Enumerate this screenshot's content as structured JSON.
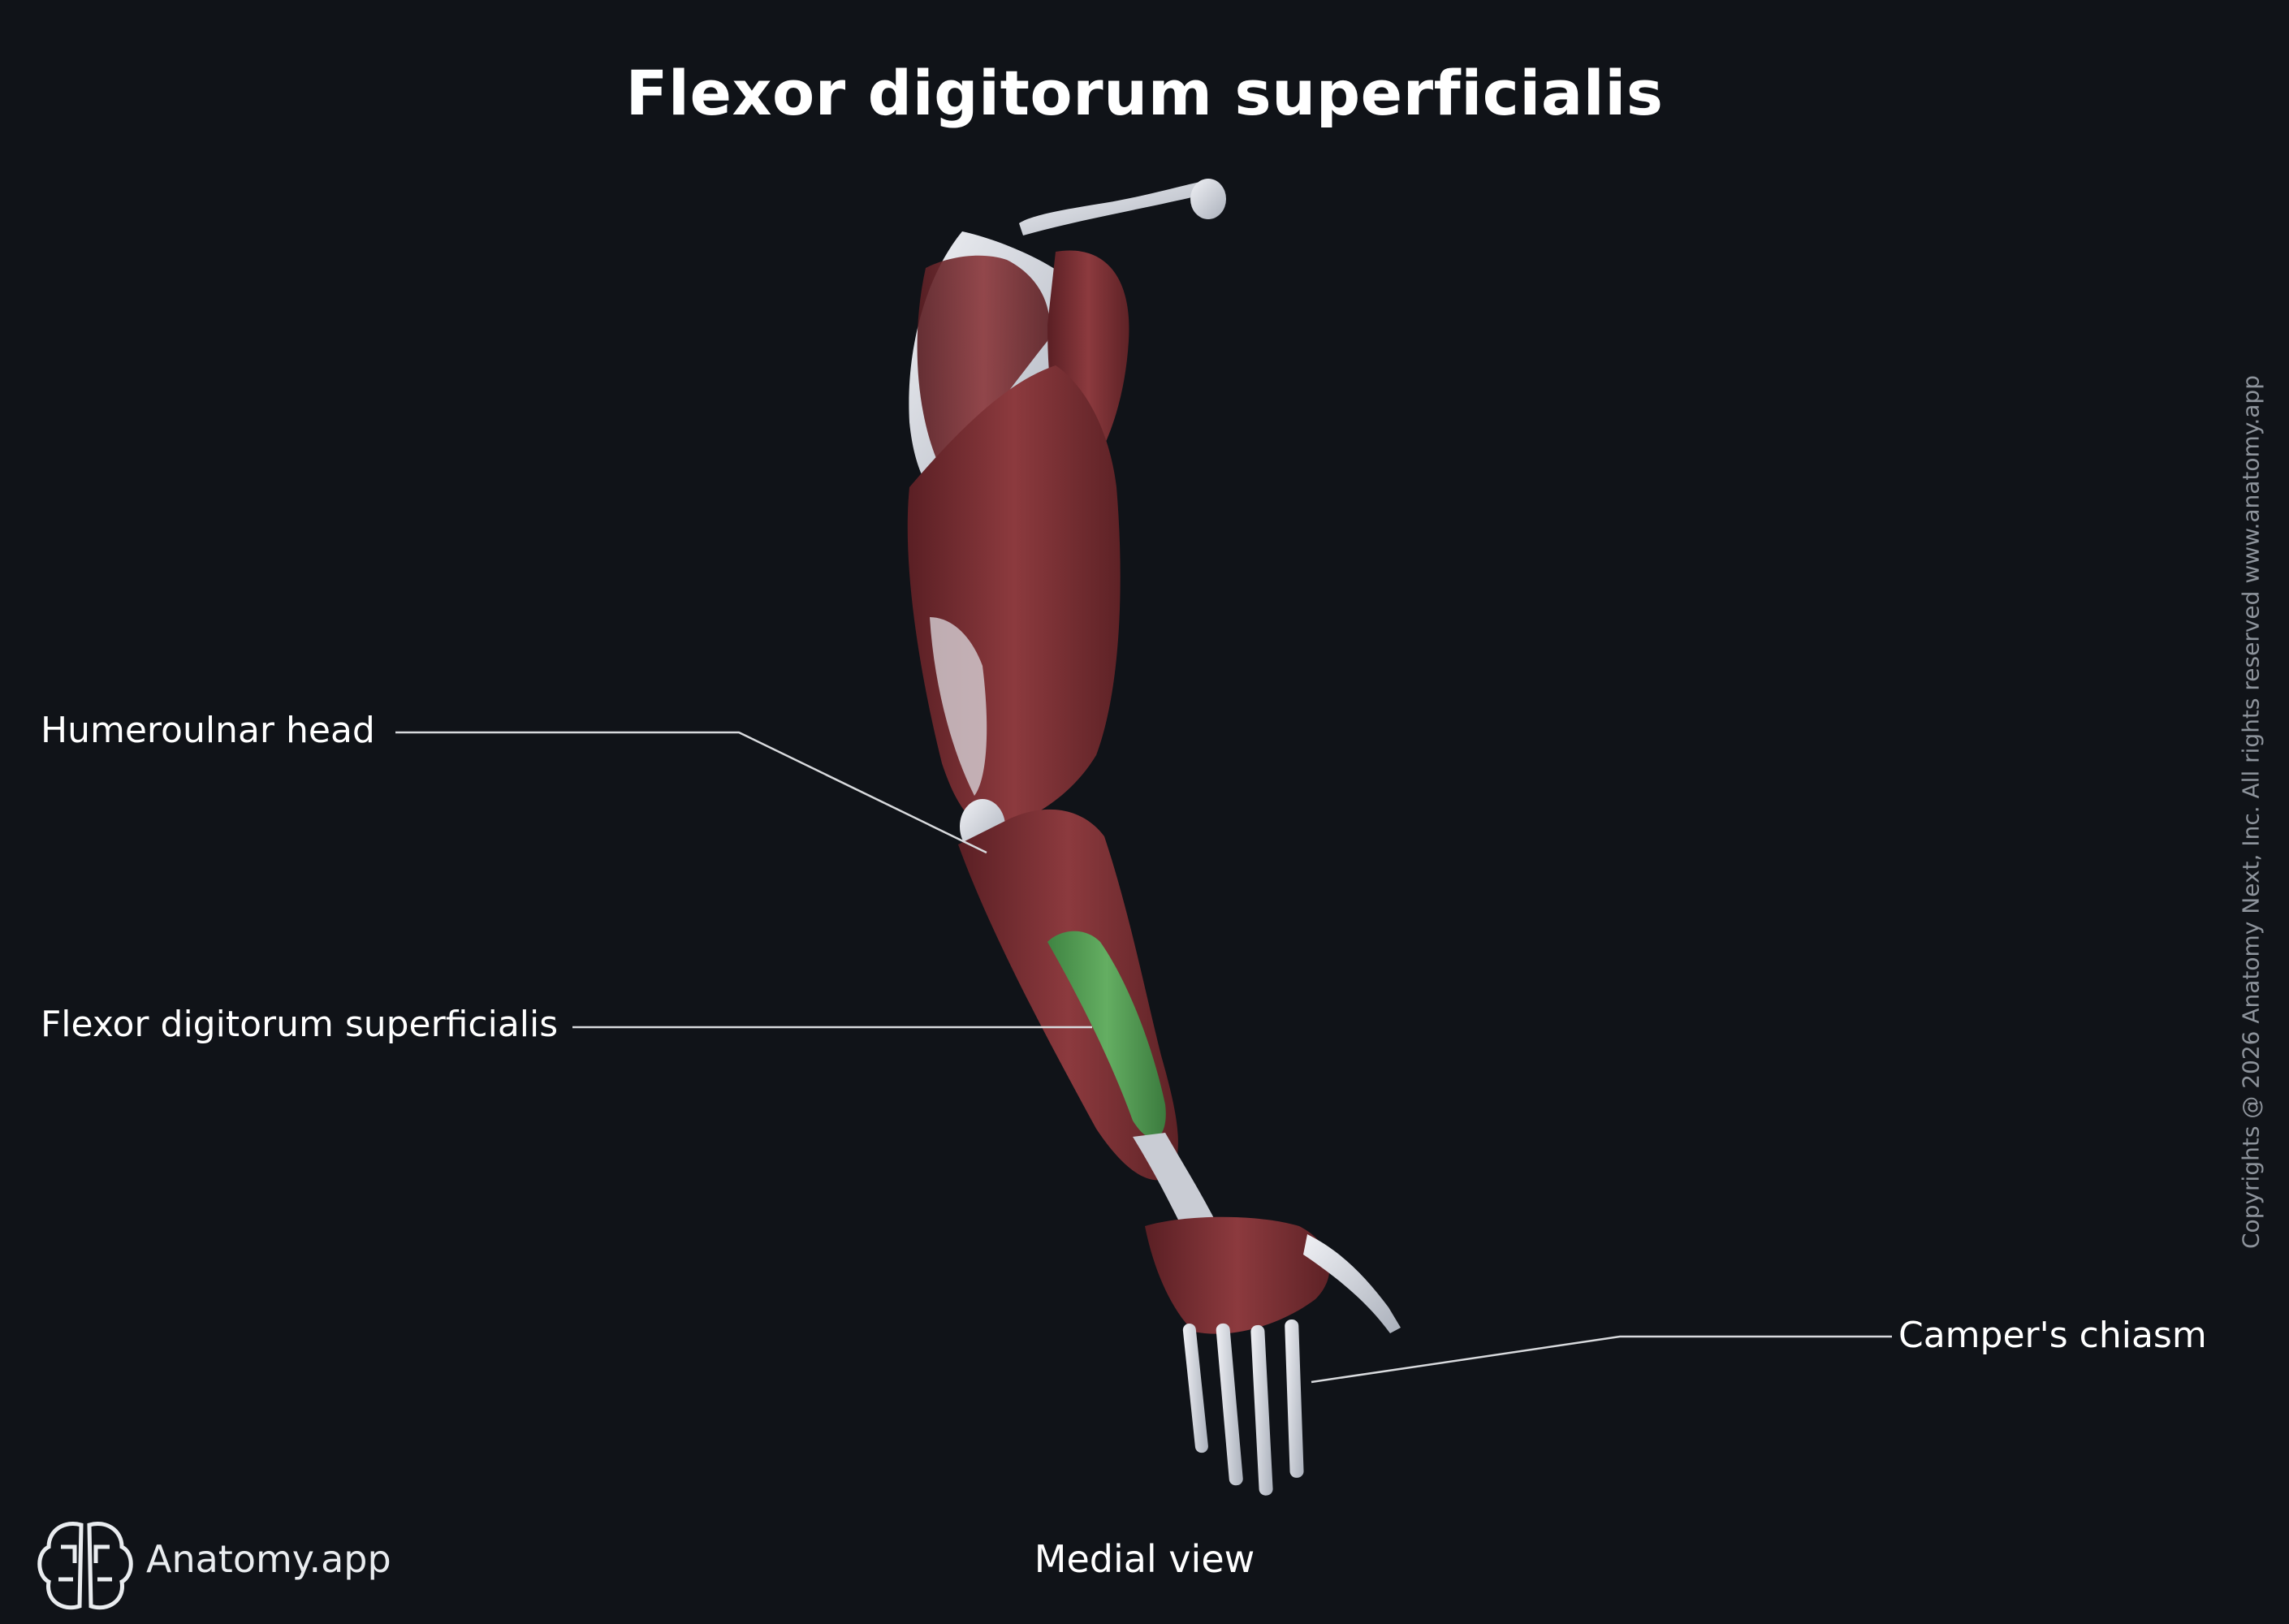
{
  "title": "Flexor digitorum superficialis",
  "labels": {
    "humeroulnar_head": "Humeroulnar head",
    "fds": "Flexor digitorum superficialis",
    "campers_chiasm": "Camper's chiasm"
  },
  "view_caption": "Medial view",
  "brand": "Anatomy.app",
  "copyright": "Copyrights @ 2026 Anatomy Next, Inc. All rights reserved www.anatomy.app",
  "colors": {
    "background": "#101318",
    "muscle": "#7a2f33",
    "highlight_muscle": "#4f9a52",
    "bone": "#d9dce3",
    "leader_line": "#d8dadd"
  },
  "icons": {
    "brand_logo": "brain-logo-icon"
  }
}
